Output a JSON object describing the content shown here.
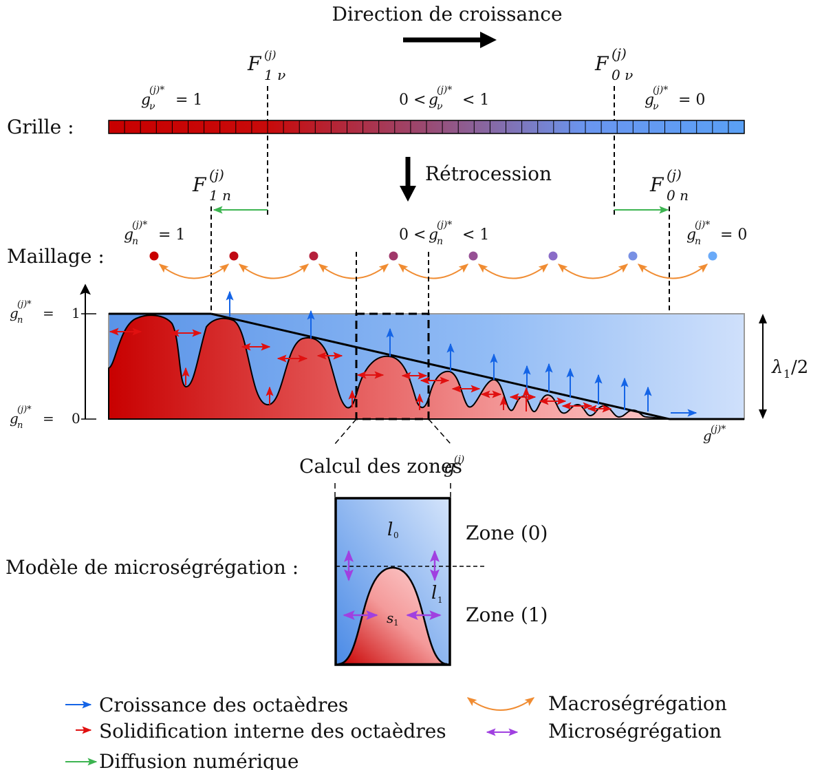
{
  "labels": {
    "growth_direction": "Direction de croissance",
    "grille": "Grille :",
    "maillage": "Maillage :",
    "retrocession": "Rétrocession",
    "calcul": "Calcul des zones",
    "micro_model": "Modèle de microségrégation :",
    "zone0": "Zone (0)",
    "zone1": "Zone (1)",
    "lambda": "λ",
    "lambda_sub": "1",
    "lambda_rest": "/2"
  },
  "math": {
    "F_letter": "F",
    "F1_sub_nu": "1 ν",
    "F0_sub_nu": "0 ν",
    "F1_sub_n": "1 n",
    "F0_sub_n": "0 n",
    "j_sup": "(j)",
    "j_star_sup": "(j)*",
    "g_letter": "g",
    "nu": "ν",
    "n": "n",
    "eq1": "= 1",
    "eq0": "= 0",
    "zero_lt": "0 <",
    "lt_one": "< 1",
    "one_tick": "1",
    "zero_tick": "0",
    "l0_letter": "l",
    "l0_sub": "0",
    "l1_letter": "l",
    "l1_sub": "1",
    "s1_letter": "s",
    "s1_sub": "1"
  },
  "legend": {
    "growth": "Croissance des octaèdres",
    "solid": "Solidification interne des octaèdres",
    "diffusion": "Diffusion numérique",
    "macro": "Macroségrégation",
    "micro": "Microségrégation"
  },
  "colors": {
    "blue_arrow": "#1464e6",
    "red_arrow": "#e01010",
    "green_arrow": "#3cb450",
    "orange_arrow": "#f08c32",
    "purple_arrow": "#a040e0",
    "solid_dark": "#c80000",
    "liquid": "#6fa6f0"
  },
  "mesh_node_count": 8,
  "grid_cell_count": 40
}
